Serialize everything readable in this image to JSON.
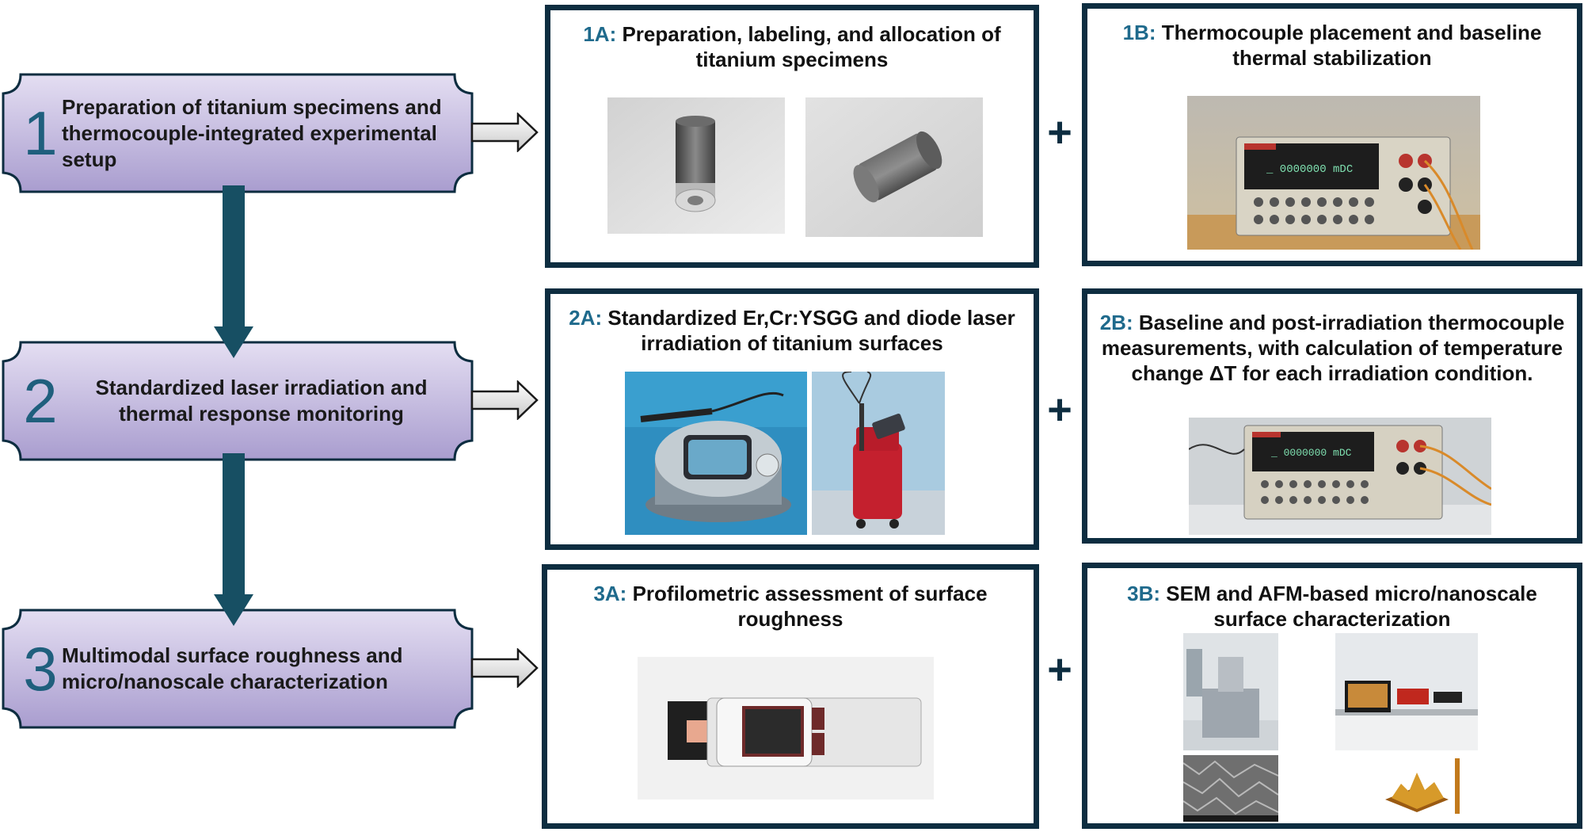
{
  "stages": [
    {
      "number": "1",
      "title": "Preparation of titanium specimens and thermocouple-integrated experimental setup"
    },
    {
      "number": "2",
      "title": "Standardized laser irradiation and thermal response monitoring"
    },
    {
      "number": "3",
      "title": "Multimodal surface roughness and micro/nanoscale characterization"
    }
  ],
  "panels": {
    "p1a": {
      "code": "1A:",
      "title": "Preparation, labeling, and allocation of titanium specimens"
    },
    "p1b": {
      "code": "1B:",
      "title": "Thermocouple placement and baseline thermal stabilization"
    },
    "p2a": {
      "code": "2A:",
      "title": "Standardized Er,Cr:YSGG and diode laser irradiation of titanium surfaces"
    },
    "p2b": {
      "code": "2B:",
      "title": "Baseline and post-irradiation thermocouple measurements, with calculation of temperature change ΔT for each irradiation condition."
    },
    "p3a": {
      "code": "3A:",
      "title": "Profilometric assessment of surface roughness"
    },
    "p3b": {
      "code": "3B:",
      "title": "SEM and AFM-based micro/nanoscale surface characterization"
    }
  },
  "plus_symbol": "+",
  "colors": {
    "stage_fill_top": "#d9d2ec",
    "stage_fill_bottom": "#a497cc",
    "stage_border": "#0d2d40",
    "arrow": "#174f63",
    "panel_border": "#0d2d40",
    "code_text": "#1f6a8c"
  }
}
